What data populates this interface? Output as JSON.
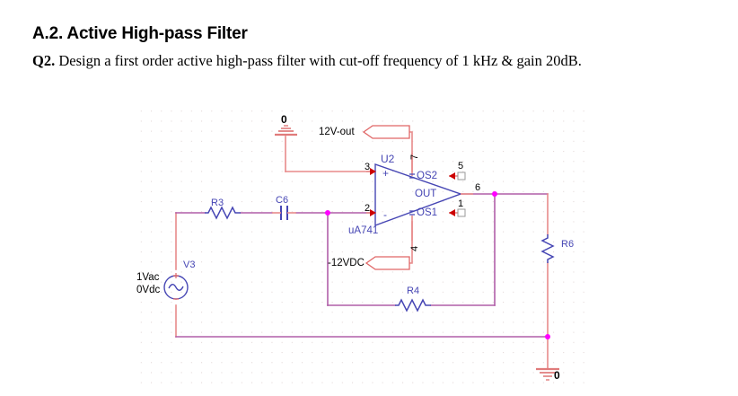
{
  "document": {
    "heading": "A.2. Active High-pass Filter",
    "question_label": "Q2.",
    "question_text": "Design a first order active high-pass filter with cut-off frequency of 1 kHz & gain 20dB."
  },
  "schematic": {
    "title": "Active high-pass filter circuit (PSpice capture)",
    "background_grid": true,
    "colors": {
      "wire": "#b05fa8",
      "pin_lead": "#e88a8a",
      "symbol_blue": "#4646b4",
      "flag_red": "#e06666",
      "ground_red": "#e07b7b",
      "junction": "#ff00ff",
      "pin_arrow": "#cc0000",
      "grid_dot": "#e8dede",
      "text_black": "#000000"
    },
    "components": [
      {
        "ref": "V3",
        "type": "ac-voltage-source",
        "label": "V3",
        "value_lines": [
          "1Vac",
          "0Vdc"
        ]
      },
      {
        "ref": "R3",
        "type": "resistor",
        "label": "R3",
        "orientation": "horizontal"
      },
      {
        "ref": "C6",
        "type": "capacitor",
        "label": "C6",
        "orientation": "horizontal"
      },
      {
        "ref": "R4",
        "type": "resistor",
        "label": "R4",
        "orientation": "horizontal"
      },
      {
        "ref": "R6",
        "type": "resistor",
        "label": "R6",
        "orientation": "vertical"
      },
      {
        "ref": "U2",
        "type": "opamp",
        "label": "U2",
        "device": "uA741"
      }
    ],
    "opamp": {
      "ref_label": "U2",
      "device_label": "uA741",
      "plus_label": "+",
      "minus_label": "-",
      "inner_labels": {
        "os2": "OS2",
        "out": "OUT",
        "os1": "OS1"
      },
      "pin_numbers": {
        "non_inverting": "3",
        "inverting": "2",
        "v_plus": "7",
        "v_minus": "4",
        "offset_null_2": "5",
        "output": "6",
        "offset_null_1": "1"
      }
    },
    "net_flags": [
      {
        "name": "12V-out",
        "text": "12V-out"
      },
      {
        "name": "-12VDC",
        "text": "-12VDC"
      }
    ],
    "grounds": [
      {
        "name": "ground-top",
        "label": "0"
      },
      {
        "name": "ground-bottom",
        "label": "0"
      }
    ]
  }
}
